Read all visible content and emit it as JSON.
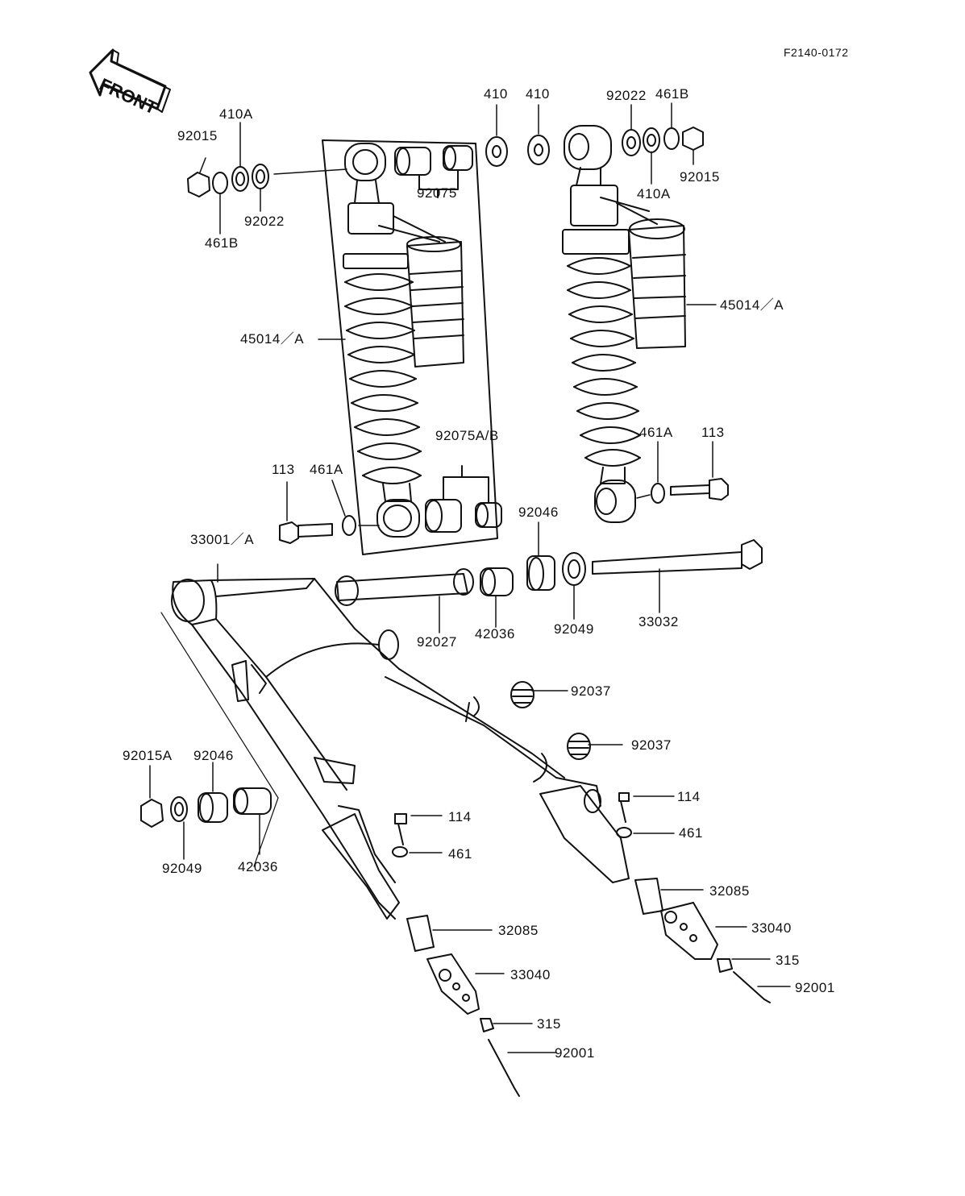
{
  "diagram_code": "F2140-0172",
  "front_label": "FRONT",
  "parts": {
    "p92015_left": "92015",
    "p410A_left": "410A",
    "p461B_left": "461B",
    "p92022_left": "92022",
    "p92075": "92075",
    "p410_a": "410",
    "p410_b": "410",
    "p92022_right": "92022",
    "p461B_right": "461B",
    "p92015_right": "92015",
    "p410A_right": "410A",
    "p45014A_left": "45014／A",
    "p45014A_right": "45014／A",
    "p92075AB": "92075A/B",
    "p461A_right": "461A",
    "p113_right": "113",
    "p113_left": "113",
    "p461A_left": "461A",
    "p92046_top": "92046",
    "p33001A": "33001／A",
    "p92027": "92027",
    "p42036_top": "42036",
    "p92049_top": "92049",
    "p33032": "33032",
    "p92037_a": "92037",
    "p92037_b": "92037",
    "p92015A": "92015A",
    "p92046_bottom": "92046",
    "p92049_bottom": "92049",
    "p42036_bottom": "42036",
    "p114_left": "114",
    "p461_left": "461",
    "p114_right": "114",
    "p461_right": "461",
    "p32085_right": "32085",
    "p33040_right": "33040",
    "p315_right": "315",
    "p92001_right": "92001",
    "p32085_left": "32085",
    "p33040_left": "33040",
    "p315_left": "315",
    "p92001_left": "92001"
  }
}
